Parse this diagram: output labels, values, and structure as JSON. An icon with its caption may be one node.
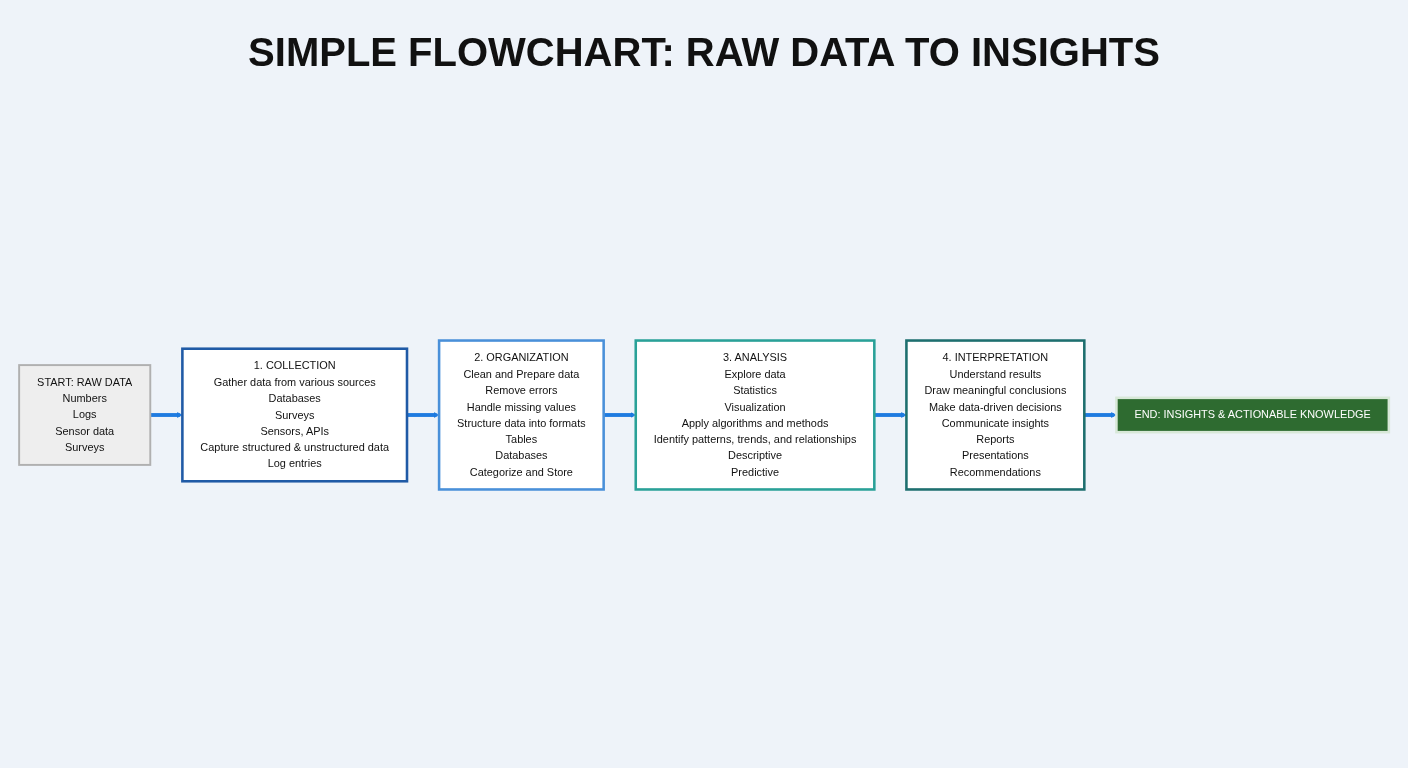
{
  "diagram": {
    "title": "SIMPLE FLOWCHART: RAW DATA TO INSIGHTS",
    "nodes": [
      {
        "text": [
          "START: RAW DATA",
          "Numbers",
          "Logs",
          "Sensor data",
          "Surveys"
        ]
      },
      {
        "text": [
          "1. COLLECTION",
          "Gather data from various sources",
          "Databases",
          "Surveys",
          "Sensors, APIs",
          "Capture structured & unstructured data",
          "Log entries"
        ]
      },
      {
        "text": [
          "2. ORGANIZATION",
          "Clean and Prepare data",
          "Remove errors",
          "Handle missing values",
          "Structure data into formats",
          "Tables",
          "Databases",
          "Categorize and Store"
        ]
      },
      {
        "text": [
          "3. ANALYSIS",
          "Explore data",
          "Statistics",
          "Visualization",
          "Apply algorithms and methods",
          "Identify patterns, trends, and relationships",
          "Descriptive",
          "Predictive"
        ]
      },
      {
        "text": [
          "4. INTERPRETATION",
          "Understand results",
          "Draw meaningful conclusions",
          "Make data-driven decisions",
          "Communicate insights",
          "Reports",
          "Presentations",
          "Recommendations"
        ]
      },
      {
        "text": [
          "END: INSIGHTS & ACTIONABLE KNOWLEDGE"
        ]
      }
    ],
    "edges": [
      {
        "from": 0,
        "to": 1,
        "arrow": "to"
      },
      {
        "from": 1,
        "to": 2,
        "arrow": "to"
      },
      {
        "from": 2,
        "to": 3,
        "arrow": "to"
      },
      {
        "from": 3,
        "to": 4,
        "arrow": "to"
      },
      {
        "from": 4,
        "to": 5,
        "arrow": "to"
      }
    ]
  }
}
